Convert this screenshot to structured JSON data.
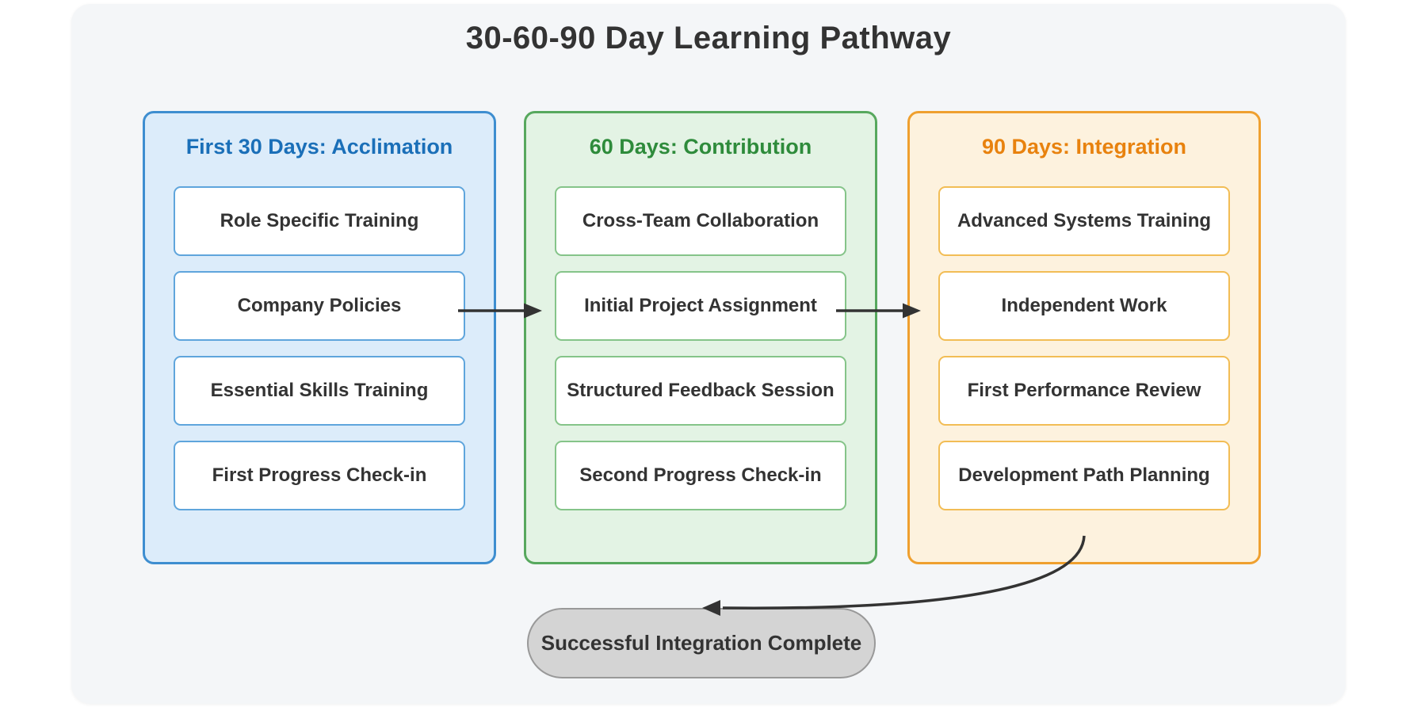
{
  "title": "30-60-90 Day Learning Pathway",
  "phases": [
    {
      "title": "First 30 Days: Acclimation",
      "items": [
        "Role Specific Training",
        "Company Policies",
        "Essential Skills Training",
        "First Progress Check-in"
      ],
      "theme": {
        "border": "#3e8ed0",
        "bg": "#dcecfa",
        "title_color": "#1a6fb8",
        "node_border": "#5fa5dc"
      }
    },
    {
      "title": "60 Days: Contribution",
      "items": [
        "Cross-Team Collaboration",
        "Initial Project Assignment",
        "Structured Feedback Session",
        "Second Progress Check-in"
      ],
      "theme": {
        "border": "#57a85e",
        "bg": "#e3f3e4",
        "title_color": "#2e8b3b",
        "node_border": "#85c489"
      }
    },
    {
      "title": "90 Days: Integration",
      "items": [
        "Advanced Systems Training",
        "Independent Work",
        "First Performance Review",
        "Development Path Planning"
      ],
      "theme": {
        "border": "#efa02f",
        "bg": "#fdf2de",
        "title_color": "#e8820e",
        "node_border": "#f2bd55"
      }
    }
  ],
  "final_node": {
    "label": "Successful Integration Complete",
    "bg": "#d4d4d4",
    "border": "#999999",
    "text_color": "#333333"
  },
  "connections": [
    {
      "from": "Company Policies",
      "to": "Initial Project Assignment"
    },
    {
      "from": "Initial Project Assignment",
      "to": "Independent Work"
    },
    {
      "from": "Development Path Planning",
      "to": "Successful Integration Complete"
    }
  ],
  "colors": {
    "page_bg": "#ffffff",
    "canvas_bg": "#f4f6f8",
    "arrow": "#333333",
    "node_text": "#333333",
    "title_color": "#333333"
  }
}
